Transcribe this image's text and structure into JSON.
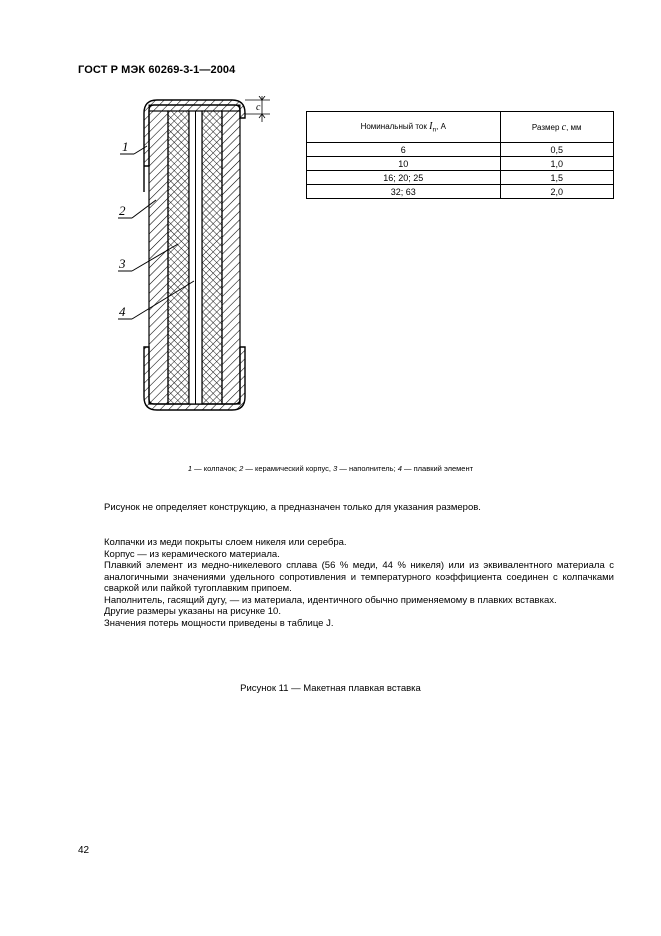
{
  "header": {
    "standard": "ГОСТ Р МЭК 60269-3-1—2004"
  },
  "drawing": {
    "callouts": [
      "1",
      "2",
      "3",
      "4"
    ],
    "dimension_label": "c"
  },
  "table": {
    "col1_header_prefix": "Номинальный ток",
    "col1_header_symbol": "I",
    "col1_header_sub": "n",
    "col1_header_suffix": ", А",
    "col2_header_prefix": "Размер",
    "col2_header_symbol": "c",
    "col2_header_suffix": ", мм",
    "rows": [
      {
        "current": "6",
        "size": "0,5"
      },
      {
        "current": "10",
        "size": "1,0"
      },
      {
        "current": "16; 20; 25",
        "size": "1,5"
      },
      {
        "current": "32; 63",
        "size": "2,0"
      }
    ]
  },
  "legend": {
    "n1": "1",
    "t1": " — колпачок; ",
    "n2": "2",
    "t2": " — керамический корпус, ",
    "n3": "3",
    "t3": " — наполнитель; ",
    "n4": "4",
    "t4": " — плавкий элемент"
  },
  "note": "Рисунок не определяет конструкцию, а предназначен только для указания размеров.",
  "paragraphs": [
    "Колпачки из меди покрыты слоем никеля или серебра.",
    "Корпус — из керамического материала.",
    "Плавкий элемент из медно-никелевого сплава (56 % меди, 44 % никеля) или из эквивалентного материала с аналогичными значениями удельного сопротивления и температурного коэффициента соединен с колпачками сваркой или пайкой тугоплавким припоем.",
    "Наполнитель, гасящий дугу, — из материала, идентичного обычно применяемому в плавких вставках.",
    "Другие размеры указаны на рисунке 10.",
    "Значения потерь мощности приведены в таблице J."
  ],
  "figure_caption": "Рисунок 11 — Макетная плавкая вставка",
  "page_number": "42"
}
